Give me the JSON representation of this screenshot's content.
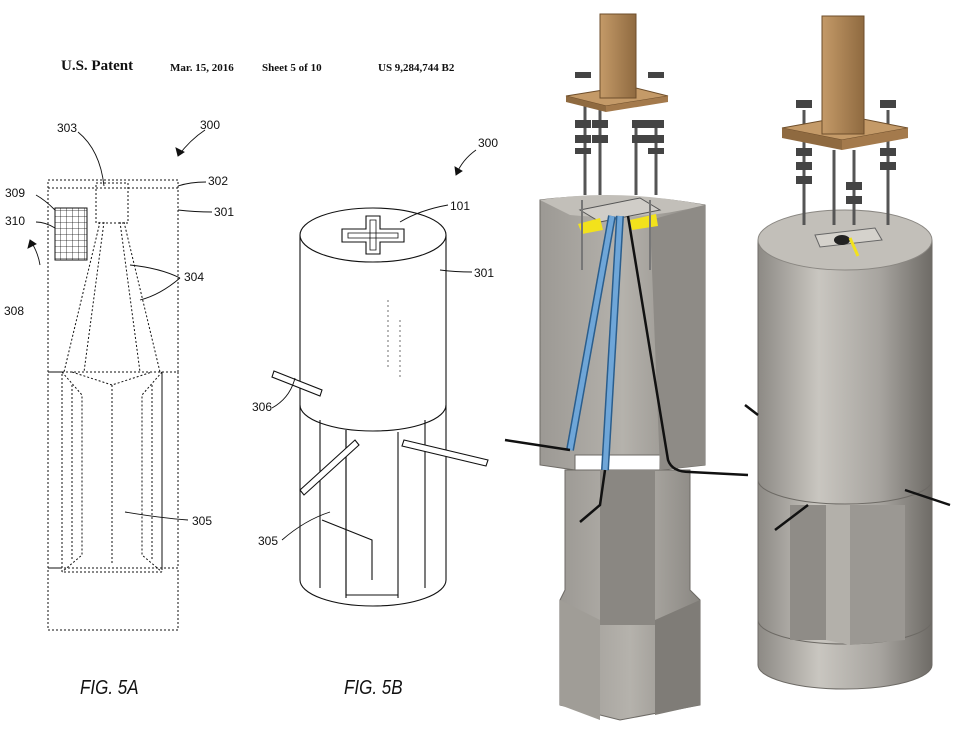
{
  "header": {
    "title": "U.S. Patent",
    "date": "Mar. 15, 2016",
    "sheet": "Sheet 5 of 10",
    "patent_number": "US 9,284,744 B2"
  },
  "figure_5a": {
    "caption": "FIG. 5A",
    "refs": {
      "r300": "300",
      "r303": "303",
      "r302": "302",
      "r301": "301",
      "r309": "309",
      "r310": "310",
      "r304": "304",
      "r308": "308",
      "r305": "305"
    }
  },
  "figure_5b": {
    "caption": "FIG. 5B",
    "refs": {
      "r300": "300",
      "r101": "101",
      "r301": "301",
      "r306": "306",
      "r305": "305"
    }
  },
  "colors": {
    "concrete": "#a7a49f",
    "concrete_dark": "#7d7a75",
    "wood": "#c49a68",
    "plate": "#b08a5e",
    "conduit": "#6fa6d8",
    "yellow": "#f2e21c",
    "line": "#111111"
  }
}
